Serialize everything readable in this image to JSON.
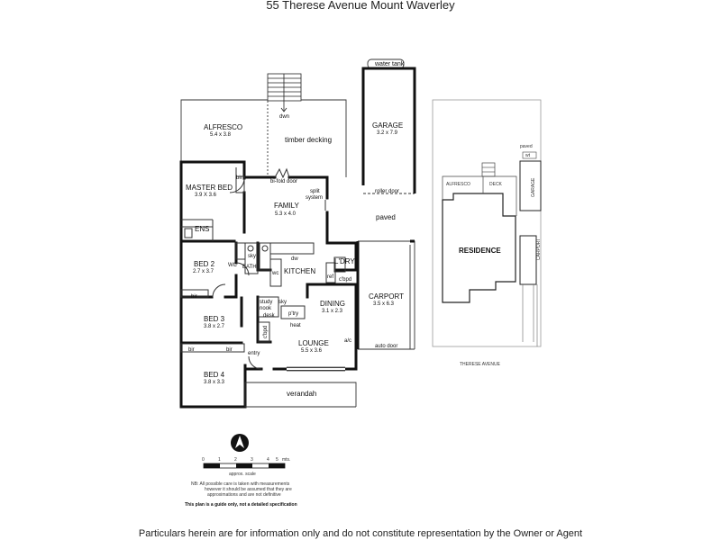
{
  "title": "55 Therese Avenue Mount Waverley",
  "footer": "Particulars herein are for information only and do not constitute representation by the Owner or Agent",
  "rooms": {
    "alfresco": {
      "name": "ALFRESCO",
      "dims": "5.4 x 3.8"
    },
    "timber_decking": {
      "name": "timber decking"
    },
    "dwn": "dwn",
    "garage": {
      "name": "GARAGE",
      "dims": "3.2 x 7.9"
    },
    "water_tank": "water tank",
    "roller_door": "roller door",
    "paved": "paved",
    "master_bed": {
      "name": "MASTER BED",
      "dims": "3.9 X 3.6"
    },
    "bifold_door": "bi-fold door",
    "split_system": "split system",
    "family": {
      "name": "FAMILY",
      "dims": "5.3 x 4.0"
    },
    "ens": "ENS",
    "bed2": {
      "name": "BED 2",
      "dims": "2.7 x 3.7"
    },
    "wc": "WC",
    "sky": "sky",
    "bath": "BATH",
    "wc_small": "wc",
    "dw": "dw",
    "kitchen": "KITCHEN",
    "ldry": "L'DRY",
    "ref": "ref",
    "cbpd": "c'bpd",
    "bir": "bir",
    "study_nook": "study nook",
    "desk": "desk",
    "ptry": "p'try",
    "heat": "heat",
    "dining": {
      "name": "DINING",
      "dims": "3.1 x 2.3"
    },
    "carport": {
      "name": "CARPORT",
      "dims": "3.5 x 6.3"
    },
    "bed3": {
      "name": "BED 3",
      "dims": "3.8 x 2.7"
    },
    "cbpd_left": "c'bpd",
    "lounge": {
      "name": "LOUNGE",
      "dims": "5.5 x 3.6"
    },
    "ac": "a/c",
    "auto_door": "auto door",
    "entry": "entry",
    "bed4": {
      "name": "BED 4",
      "dims": "3.8 x 3.3"
    },
    "verandah": "verandah"
  },
  "site_plan": {
    "residence": "RESIDENCE",
    "alfresco": "ALFRESCO",
    "deck": "DECK",
    "garage": "GARAGE",
    "carport": "CARPORT",
    "paved": "paved",
    "wt": "wt",
    "street": "THERESE AVENUE"
  },
  "scale": {
    "ticks": [
      "0",
      "1",
      "2",
      "3",
      "4",
      "5"
    ],
    "unit": "mts.",
    "caption": "approx. scale",
    "north": "N",
    "note1": "NB: All possible care is taken with measurements",
    "note2": "however it should be assumed that they are",
    "note3": "approximations and are not definitive",
    "disclaimer": "This plan is a guide only, not a detailed specification"
  }
}
